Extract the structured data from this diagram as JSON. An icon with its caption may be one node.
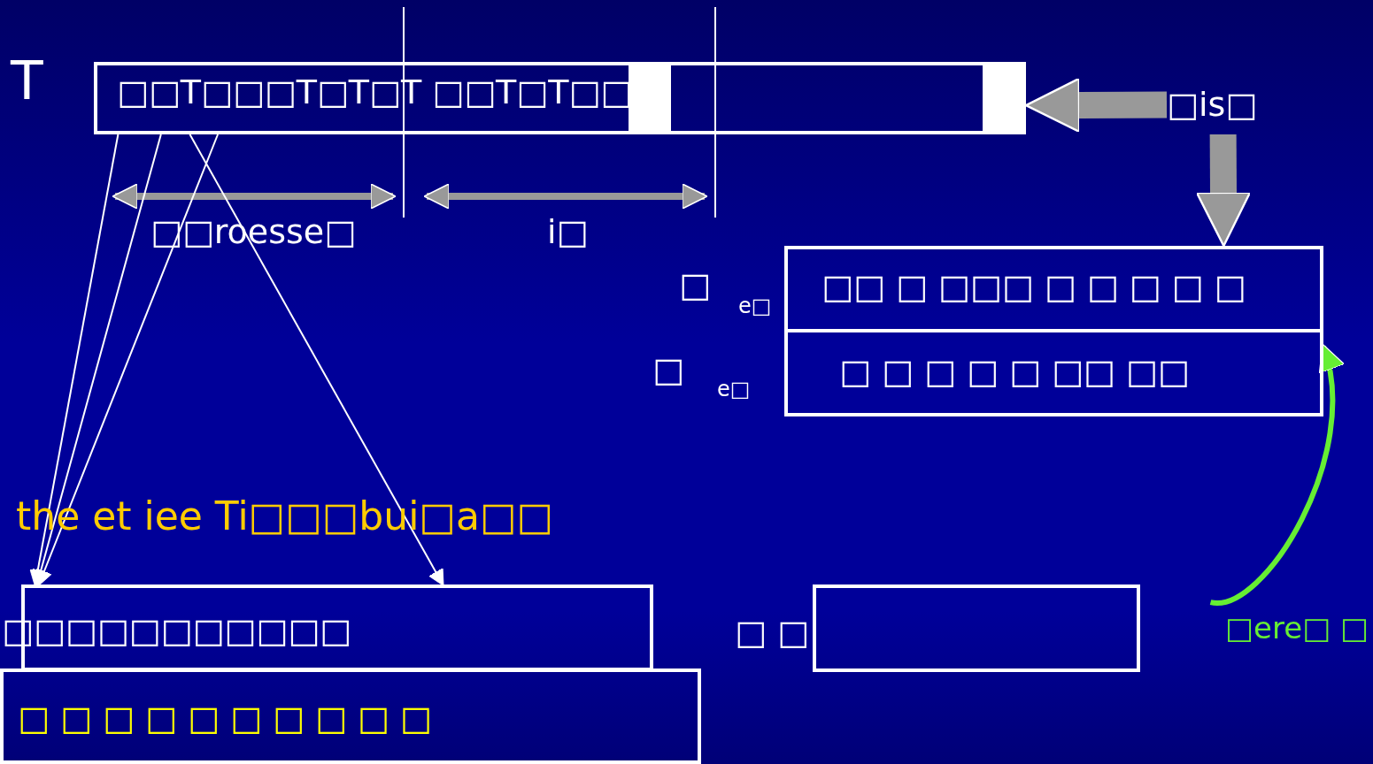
{
  "diagram": {
    "nodes": [
      {
        "text": [
          "□□T□□□T□T□T    □□T□T□□"
        ]
      },
      {
        "text": [
          "□is□"
        ]
      },
      {
        "text": [
          "□□ □ □□□ □ □ □ □ □"
        ],
        "beside": [
          "□",
          "e□"
        ]
      },
      {
        "text": [
          "□ □ □ □ □ □□ □□"
        ],
        "beside": [
          "□",
          "e□"
        ]
      },
      {
        "text": [
          "□□□□□□□□□□□"
        ]
      },
      {
        "text": [
          "□ □ □ □ □ □ □ □ □ □"
        ]
      },
      {
        "text": [],
        "shape": "box",
        "beside": [
          "□ □"
        ]
      },
      {
        "text": [
          "□ere□ □"
        ]
      }
    ],
    "edges": [
      {
        "from": 0,
        "to": 4,
        "arrow": "to"
      },
      {
        "from": 0,
        "to": 4,
        "arrow": "to"
      },
      {
        "from": 0,
        "to": 4,
        "arrow": "to"
      },
      {
        "from": 0,
        "to": 4,
        "arrow": "to"
      },
      {
        "from": 1,
        "to": 0,
        "arrow": "to",
        "style": "thick",
        "color": "#999999"
      },
      {
        "from": 1,
        "to": 2,
        "arrow": "to",
        "style": "thick",
        "color": "#999999"
      },
      {
        "from": 7,
        "to": 3,
        "arrow": "to",
        "style": "thick",
        "color": "#66ee33"
      }
    ],
    "labels": [
      "T",
      "□□roesse□",
      "i□",
      "the et iee Ti□□□bui□a□□"
    ]
  }
}
